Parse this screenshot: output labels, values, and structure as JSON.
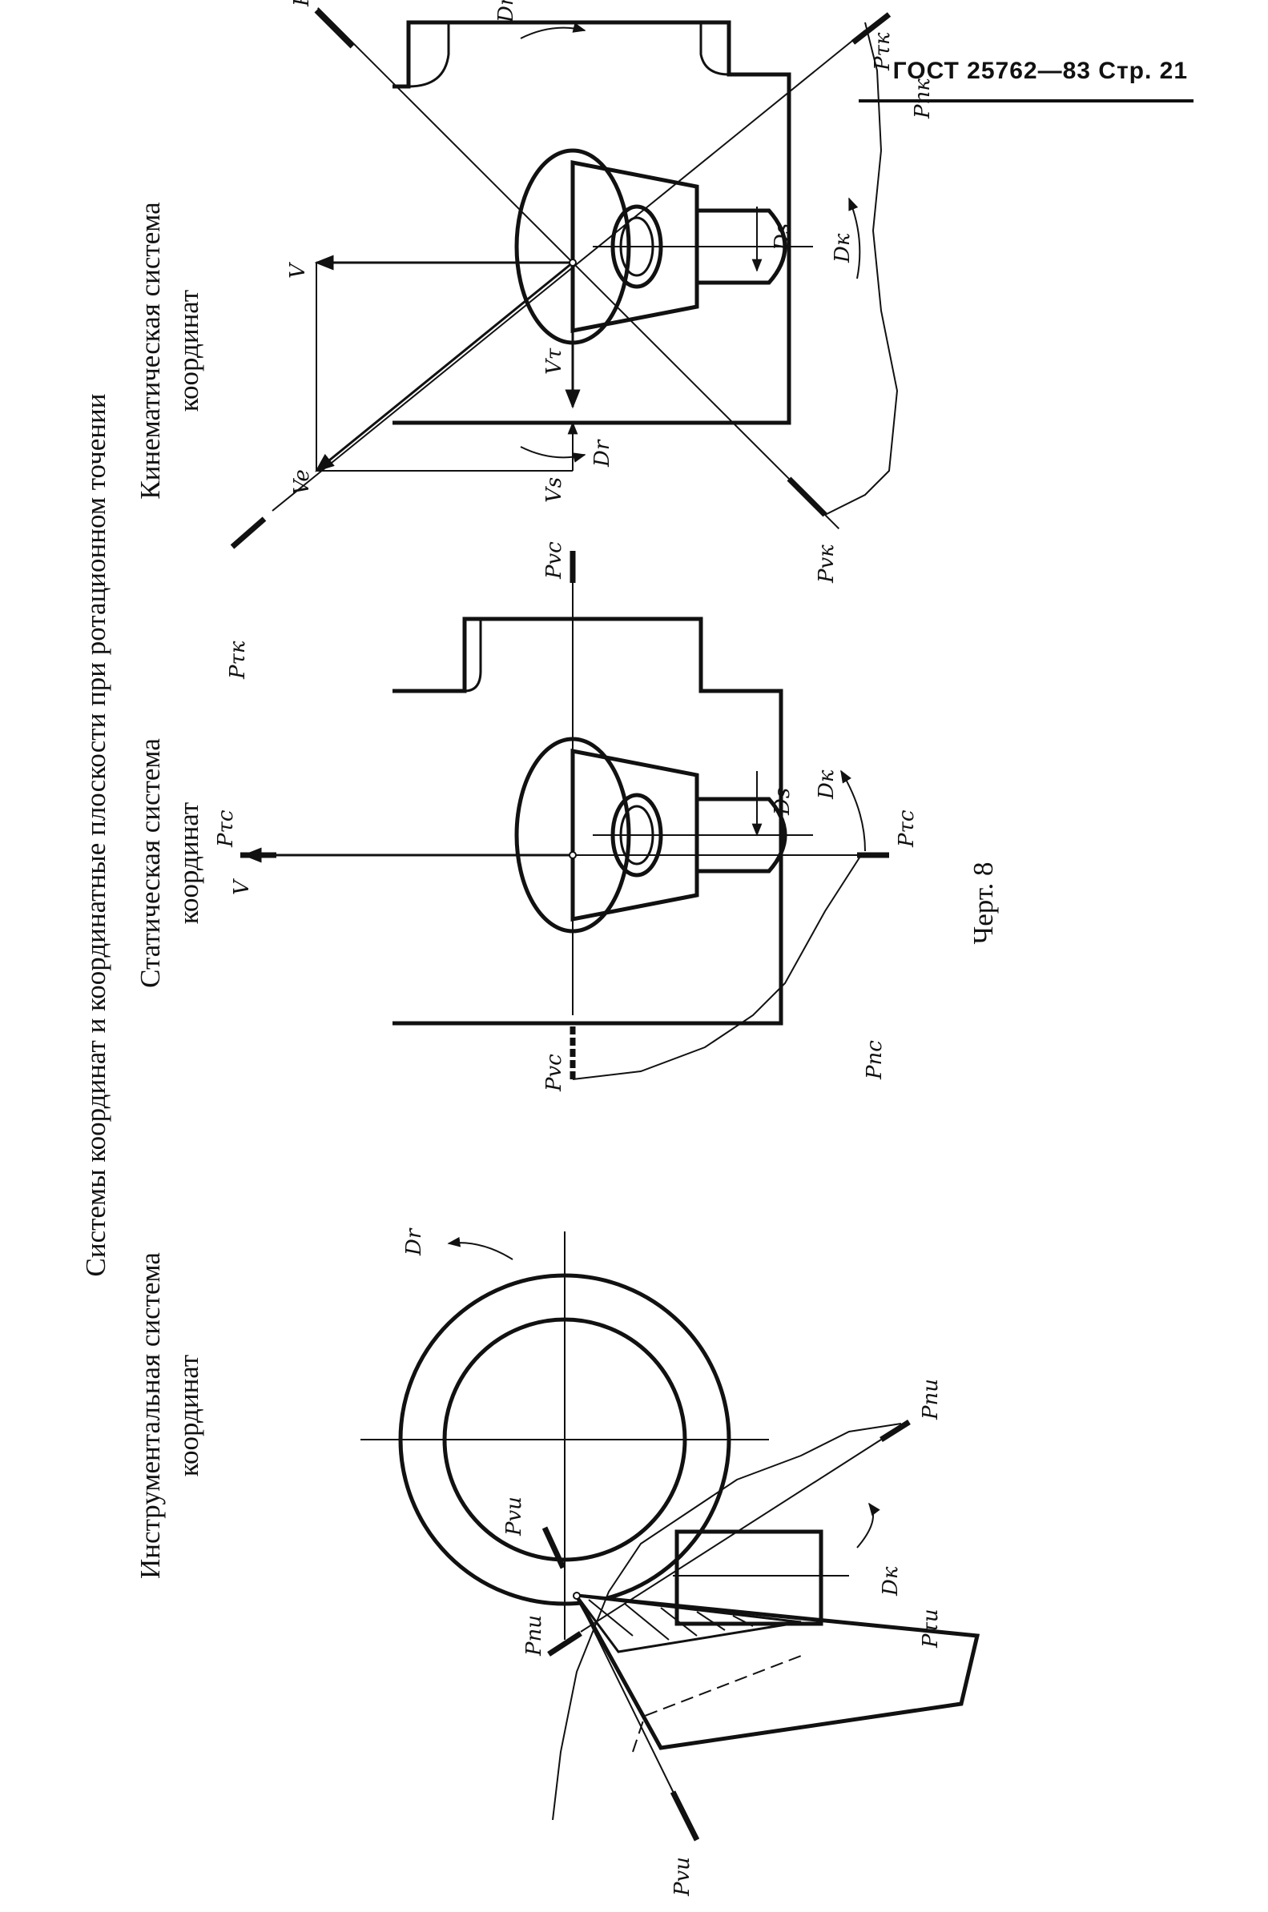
{
  "header": {
    "text": "ГОСТ 25762—83 Стр. 21"
  },
  "figure": {
    "title": "Системы координат и координатные плоскости при ротационном точении",
    "captions": {
      "instrumental_line1": "Инструментальная система",
      "instrumental_line2": "координат",
      "static_line1": "Статическая система",
      "static_line2": "координат",
      "kinematic_line1": "Кинематическая система",
      "kinematic_line2": "координат"
    },
    "label": "Черт. 8"
  },
  "plane_labels": {
    "instrumental": {
      "p_nu_left": "Pnu",
      "p_nu_right": "Pnu",
      "p_vu_top": "Pvu",
      "p_vu_bottom": "Pvu",
      "p_tau_u": "Pτu",
      "d_r": "Dr",
      "d_k": "Dк"
    },
    "static": {
      "p_vc_left": "Pvc",
      "p_vc_right": "Pvc",
      "p_tau_c_top": "Pτc",
      "p_tau_c_bottom": "Pτc",
      "p_nc": "Pnc",
      "v": "V",
      "d_s": "Ds",
      "d_k": "Dк"
    },
    "kinematic": {
      "p_vk_top": "Pvк",
      "p_vk_bottom": "Pvк",
      "p_tau_k_top": "Pτк",
      "p_tau_k_bottom": "Pτк",
      "p_nk": "Pnк",
      "v": "V",
      "v_tau": "Vτ",
      "v_e": "Ve",
      "v_s": "Vs",
      "d_r_top": "Dr",
      "d_r_bottom": "Dr",
      "d_s": "Ds",
      "d_k": "Dк"
    }
  }
}
